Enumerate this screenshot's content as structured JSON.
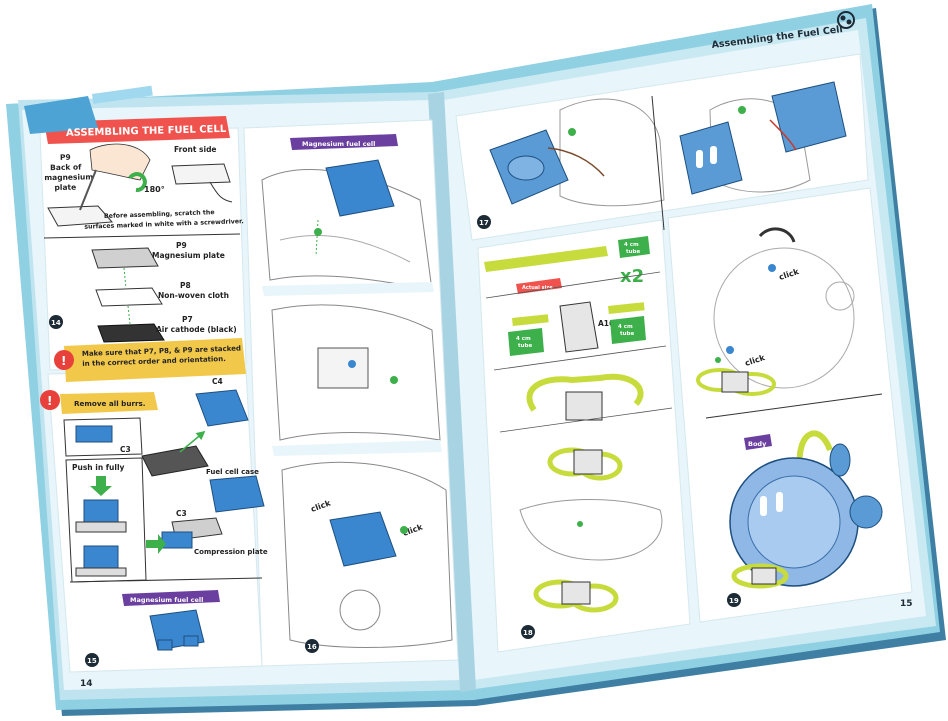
{
  "header": {
    "right_title": "Assembling the Fuel Cell",
    "left_banner": "ASSEMBLING THE FUEL CELL"
  },
  "left_page": {
    "page_number": "14",
    "step13": {
      "p9_back_label": "P9\nBack of\nmagnesium\nplate",
      "front_label": "Front side",
      "rotate_label": "180°",
      "note": "Before assembling, scratch the\nsurfaces marked in white with a screwdriver."
    },
    "step14": {
      "number": "14",
      "p9": "P9\nMagnesium plate",
      "p8": "P8\nNon-woven cloth",
      "p7": "P7\nAir cathode (black)"
    },
    "warnings": [
      "Make sure that P7, P8, & P9 are stacked\nin the correct order and orientation.",
      "Remove all burrs."
    ],
    "step15": {
      "number": "15",
      "c3_a": "C3",
      "push": "Push in fully",
      "c4": "C4",
      "case": "Fuel cell case",
      "c3_b": "C3",
      "plate": "Compression plate",
      "tag": "Magnesium fuel cell"
    },
    "step16": {
      "number": "16",
      "tag": "Magnesium fuel cell",
      "click1": "click",
      "click2": "click"
    }
  },
  "right_page": {
    "page_number": "15",
    "step17": {
      "number": "17"
    },
    "step18": {
      "number": "18",
      "tube_len": "4 cm\ntube",
      "multiplier": "x2",
      "red_tag": "Actual size",
      "a16": "A16",
      "tube_left": "4 cm\ntube",
      "tube_right": "4 cm\ntube"
    },
    "step19": {
      "number": "19",
      "click1": "click",
      "click2": "click",
      "body_tag": "Body"
    }
  },
  "colors": {
    "cover": "#8fd0e3",
    "cover_dark": "#4d8fae",
    "part_blue": "#3a87cf",
    "tube_green": "#c7dc3c",
    "banner_red": "#f0534e",
    "warn_yellow": "#f2c84b",
    "tag_purple": "#6b3fa0",
    "step_green": "#3db04b"
  }
}
